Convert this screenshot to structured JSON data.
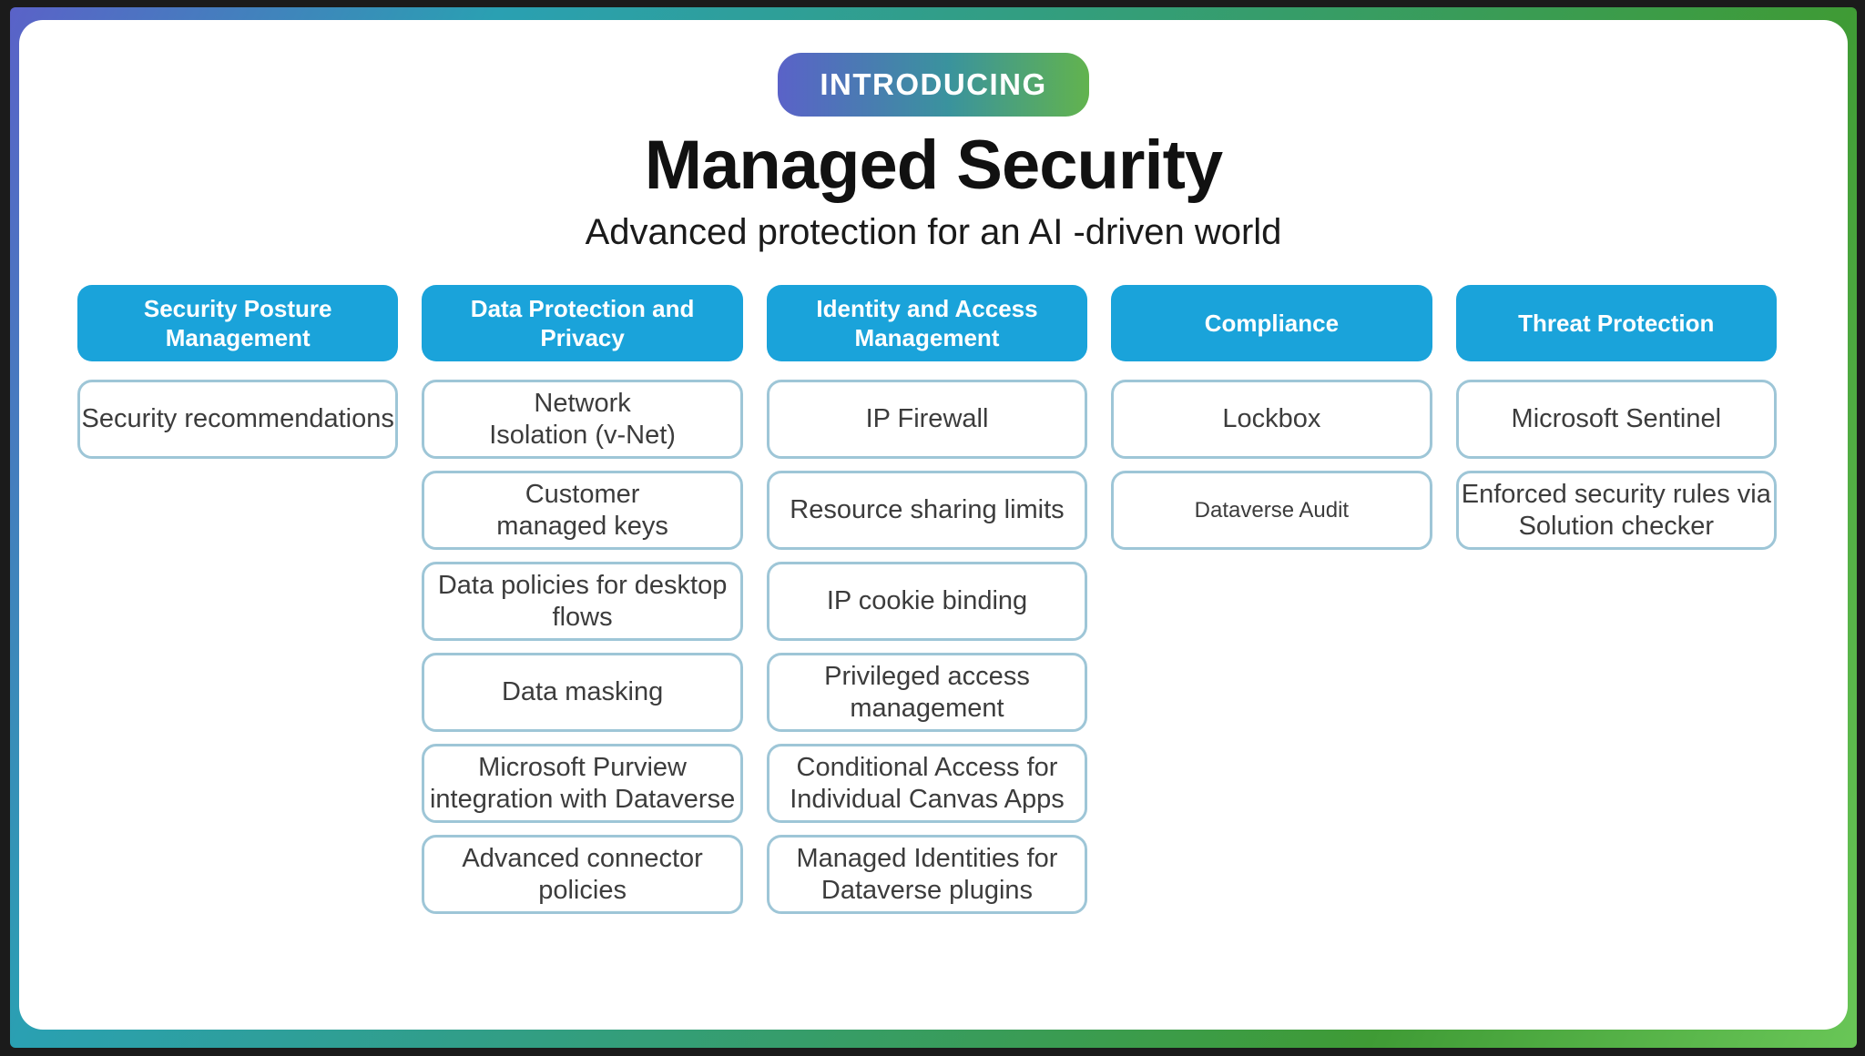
{
  "badge": {
    "label": "INTRODUCING"
  },
  "title": "Managed Security",
  "subtitle": "Advanced protection for an AI -driven world",
  "colors": {
    "header_pill": "#1aa3da",
    "item_border": "#9ec6d7",
    "frame_gradient_start": "#5a62c8",
    "frame_gradient_mid": "#2aa0b2",
    "frame_gradient_end": "#69c657",
    "badge_gradient_start": "#5a62c8",
    "badge_gradient_end": "#62b34e"
  },
  "columns": [
    {
      "header": "Security Posture\nManagement",
      "items": [
        {
          "text": "Security recommendations"
        }
      ]
    },
    {
      "header": "Data Protection and\nPrivacy",
      "items": [
        {
          "text": "Network\nIsolation (v-Net)"
        },
        {
          "text": "Customer\nmanaged keys"
        },
        {
          "text": "Data policies for desktop\nflows"
        },
        {
          "text": "Data masking"
        },
        {
          "text": "Microsoft Purview\nintegration with Dataverse"
        },
        {
          "text": "Advanced connector\npolicies"
        }
      ]
    },
    {
      "header": "Identity and Access\nManagement",
      "items": [
        {
          "text": "IP Firewall"
        },
        {
          "text": "Resource sharing limits"
        },
        {
          "text": "IP cookie binding"
        },
        {
          "text": "Privileged access\nmanagement"
        },
        {
          "text": "Conditional Access for\nIndividual Canvas Apps"
        },
        {
          "text": "Managed Identities for\nDataverse plugins"
        }
      ]
    },
    {
      "header": "Compliance",
      "items": [
        {
          "text": "Lockbox"
        },
        {
          "text": "Dataverse Audit"
        }
      ]
    },
    {
      "header": "Threat Protection",
      "items": [
        {
          "text": "Microsoft Sentinel"
        },
        {
          "text": "Enforced security rules via\nSolution checker"
        }
      ]
    }
  ]
}
